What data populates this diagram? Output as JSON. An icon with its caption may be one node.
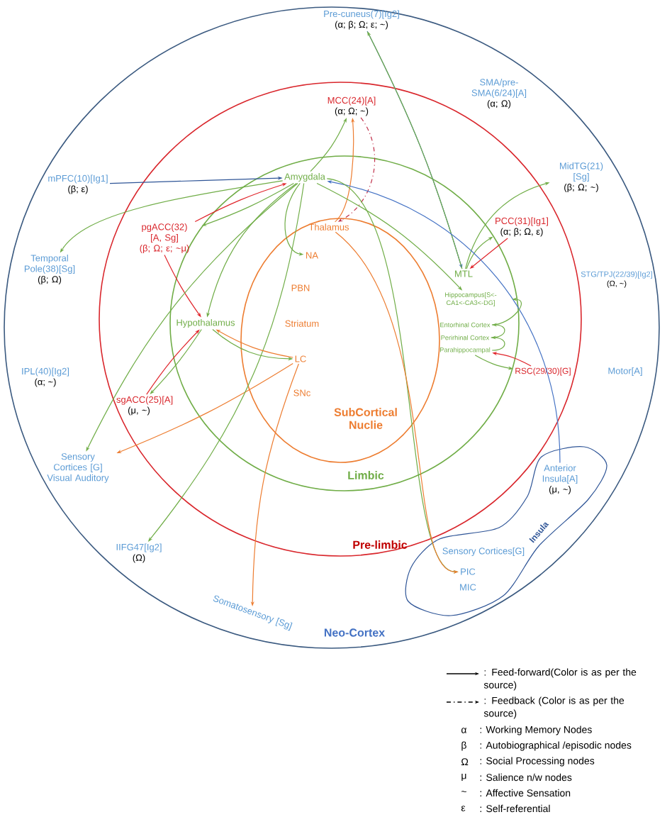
{
  "diagram": {
    "nodes": [
      {
        "text": [
          "Neo-Cortex"
        ]
      },
      {
        "text": [
          "Pre-limbic"
        ],
        "in": 0
      },
      {
        "text": [
          "Limbic"
        ],
        "in": 1
      },
      {
        "text": [
          "SubCortical Nuclie"
        ],
        "in": 2
      },
      {
        "text": [
          "Pre-cuneus(7)[Ig2]",
          "(α; β; Ω; ε; ~)"
        ],
        "in": 0
      },
      {
        "text": [
          "SMA/pre-SMA(6/24)[A]",
          "(α; Ω)"
        ],
        "in": 0
      },
      {
        "text": [
          "MidTG(21) [Sg]",
          "(β; Ω; ~)"
        ],
        "in": 0
      },
      {
        "text": [
          "STG/TPJ(22/39)[Ig2]",
          "(Ω, ~)"
        ],
        "in": 0
      },
      {
        "text": [
          "Motor[A]"
        ],
        "in": 0
      },
      {
        "text": [
          "Anterior Insula[A]",
          "(μ, ~)"
        ],
        "in": 0
      },
      {
        "text": [
          "Sensory Cortices[G]"
        ],
        "in": 0
      },
      {
        "text": [
          "PIC"
        ],
        "in": 0
      },
      {
        "text": [
          "MIC"
        ],
        "in": 0
      },
      {
        "text": [
          "Insula"
        ],
        "in": 0
      },
      {
        "text": [
          "mPFC(10)[Ig1]",
          "(β; ε)"
        ],
        "in": 0
      },
      {
        "text": [
          "Temporal Pole(38)[Sg]",
          "(β; Ω)"
        ],
        "in": 0
      },
      {
        "text": [
          "IPL(40)[Ig2]",
          "(α; ~)"
        ],
        "in": 0
      },
      {
        "text": [
          "Sensory Cortices [G]",
          "Visual Auditory"
        ],
        "in": 0
      },
      {
        "text": [
          "IIFG47[Ig2]",
          "(Ω)"
        ],
        "in": 0
      },
      {
        "text": [
          "Somatosensory [Sg]"
        ],
        "in": 0
      },
      {
        "text": [
          "MCC(24)[A]",
          "(α; Ω; ~)"
        ],
        "in": 1
      },
      {
        "text": [
          "pgACC(32) [A, Sg]",
          "(β; Ω; ε; ~μ)"
        ],
        "in": 1
      },
      {
        "text": [
          "sgACC(25)[A]",
          "(μ, ~)"
        ],
        "in": 1
      },
      {
        "text": [
          "PCC(31)[Ig1]",
          "(α; β; Ω, ε)"
        ],
        "in": 1
      },
      {
        "text": [
          "RSC(29/30)[G]"
        ],
        "in": 1
      },
      {
        "text": [
          "Amygdala"
        ],
        "in": 2
      },
      {
        "text": [
          "Hypothalamus"
        ],
        "in": 2
      },
      {
        "text": [
          "MTL"
        ],
        "in": 2
      },
      {
        "text": [
          "Hippocampus[S<-CA1<-CA3<-DG]"
        ],
        "in": 2
      },
      {
        "text": [
          "Entorhinal Cortex"
        ],
        "in": 2
      },
      {
        "text": [
          "Perirhinal Cortex"
        ],
        "in": 2
      },
      {
        "text": [
          "Parahippocampal"
        ],
        "in": 2
      },
      {
        "text": [
          "Thalamus"
        ],
        "in": 3
      },
      {
        "text": [
          "NA"
        ],
        "in": 3
      },
      {
        "text": [
          "PBN"
        ],
        "in": 3
      },
      {
        "text": [
          "Striatum"
        ],
        "in": 3
      },
      {
        "text": [
          "LC"
        ],
        "in": 3
      },
      {
        "text": [
          "SNc"
        ],
        "in": 3
      }
    ],
    "edges": [
      {
        "from": 14,
        "to": 25,
        "arrow": "to",
        "color": "#2f5597"
      },
      {
        "from": 21,
        "to": 25,
        "arrow": "to",
        "color": "#e0252b"
      },
      {
        "from": 25,
        "to": 21,
        "arrow": "to"
      },
      {
        "from": 20,
        "to": 32,
        "arrow": "to",
        "style": "dashed",
        "color": "#c0304a"
      },
      {
        "from": 25,
        "to": 20,
        "arrow": "to"
      },
      {
        "from": 32,
        "to": 20,
        "arrow": "to",
        "color": "#ed7d31"
      },
      {
        "from": 4,
        "to": 27,
        "arrow": "to",
        "color": "#4472c4"
      },
      {
        "from": 27,
        "to": 4,
        "arrow": "to"
      },
      {
        "from": 23,
        "to": 27,
        "arrow": "to",
        "color": "#e0252b"
      },
      {
        "from": 27,
        "to": 6,
        "arrow": "to"
      },
      {
        "from": 27,
        "to": 23,
        "arrow": "to"
      },
      {
        "from": 31,
        "to": 24,
        "arrow": "to"
      },
      {
        "from": 24,
        "to": 31,
        "arrow": "to",
        "color": "#e0252b"
      },
      {
        "from": 25,
        "to": 26,
        "arrow": "to"
      },
      {
        "from": 22,
        "to": 26,
        "arrow": "to",
        "color": "#e0252b"
      },
      {
        "from": 26,
        "to": 22,
        "arrow": "to"
      },
      {
        "from": 21,
        "to": 26,
        "arrow": "to",
        "color": "#e0252b"
      },
      {
        "from": 25,
        "to": 15,
        "arrow": "to"
      },
      {
        "from": 25,
        "to": 17,
        "arrow": "to"
      },
      {
        "from": 36,
        "to": 17,
        "arrow": "to",
        "color": "#ed7d31"
      },
      {
        "from": 36,
        "to": 19,
        "arrow": "to",
        "color": "#ed7d31"
      },
      {
        "from": 25,
        "to": 18,
        "arrow": "to"
      },
      {
        "from": 25,
        "to": 33,
        "arrow": "to"
      },
      {
        "from": 26,
        "to": 36,
        "arrow": "to"
      },
      {
        "from": 36,
        "to": 26,
        "arrow": "to",
        "color": "#ed7d31"
      },
      {
        "from": 25,
        "to": 28,
        "arrow": "to"
      },
      {
        "from": 9,
        "to": 25,
        "arrow": "to",
        "color": "#4472c4"
      },
      {
        "from": 25,
        "to": 11,
        "arrow": "to"
      },
      {
        "from": 32,
        "to": 11,
        "arrow": "to",
        "color": "#ed7d31"
      },
      {
        "from": 29,
        "to": 28,
        "arrow": "to"
      },
      {
        "from": 30,
        "to": 29,
        "arrow": "to"
      },
      {
        "from": 31,
        "to": 30,
        "arrow": "to"
      }
    ],
    "labels": [
      "α",
      ": Working Memory Nodes",
      "β",
      ": Autobiographical /episodic nodes",
      "Ω",
      ": Social Processing nodes",
      "μ",
      ": Salience n/w nodes",
      "~",
      ": Affective Sensation",
      "ε",
      ": Self-referential"
    ],
    "legend": [
      {
        "text": ": Feed-forward(Color is as per the source)"
      },
      {
        "text": ": Feedback (Color is as per the source)"
      }
    ]
  }
}
